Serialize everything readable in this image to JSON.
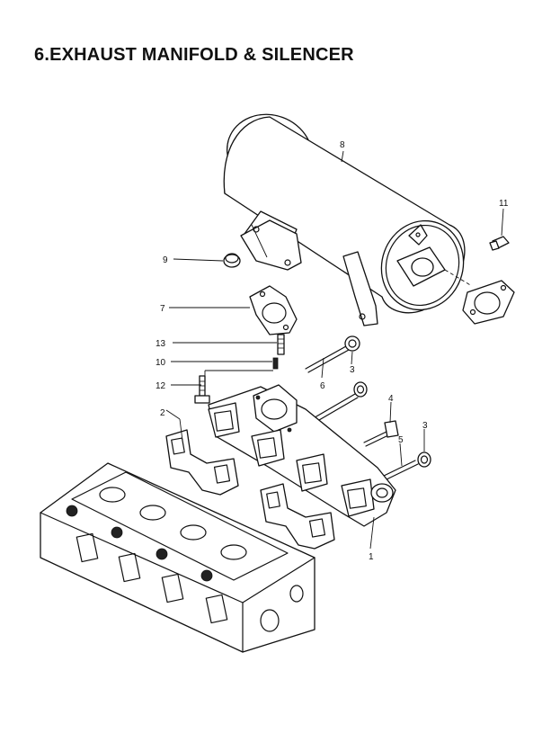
{
  "title": "6.EXHAUST MANIFOLD & SILENCER",
  "callouts": [
    {
      "id": "c1",
      "text": "1"
    },
    {
      "id": "c2",
      "text": "2"
    },
    {
      "id": "c3a",
      "text": "3"
    },
    {
      "id": "c3b",
      "text": "3"
    },
    {
      "id": "c4",
      "text": "4"
    },
    {
      "id": "c5",
      "text": "5"
    },
    {
      "id": "c6",
      "text": "6"
    },
    {
      "id": "c7",
      "text": "7"
    },
    {
      "id": "c8",
      "text": "8"
    },
    {
      "id": "c9",
      "text": "9"
    },
    {
      "id": "c10",
      "text": "10"
    },
    {
      "id": "c11",
      "text": "11"
    },
    {
      "id": "c12",
      "text": "12"
    },
    {
      "id": "c13",
      "text": "13"
    }
  ]
}
